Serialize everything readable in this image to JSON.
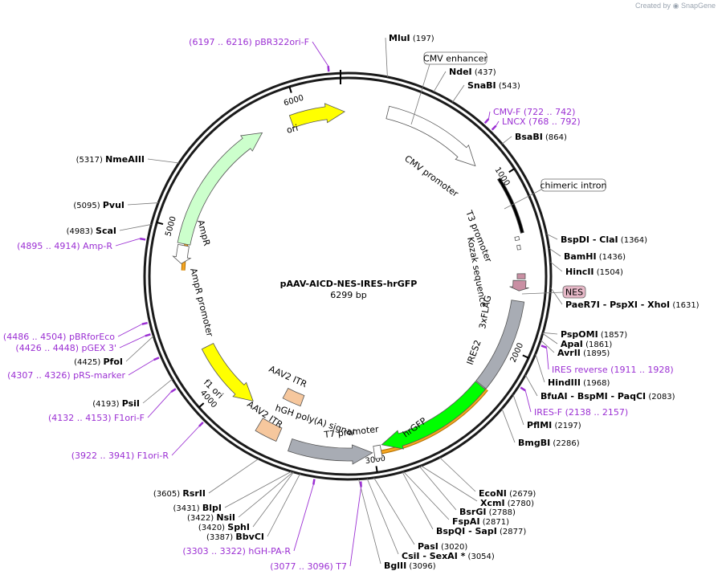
{
  "credit": {
    "prefix": "Created by",
    "brand": "SnapGene"
  },
  "map": {
    "title": "pAAV-AICD-NES-IRES-hrGFP",
    "size_label": "6299 bp",
    "length": 6299
  },
  "ticks": [
    "1000",
    "2000",
    "3000",
    "4000",
    "5000",
    "6000"
  ],
  "features": {
    "ori": "ori",
    "cmv_promoter": "CMV promoter",
    "t3_promoter": "T3 promoter",
    "kozak": "Kozak sequence",
    "threexflag": "3xFLAG",
    "ires2": "IRES2",
    "hrgfp": "hrGFP",
    "t7_promoter": "T7 promoter",
    "hgh_polya": "hGH poly(A) signal",
    "aav2_itr_1": "AAV2 ITR",
    "aav2_itr_2": "AAV2 ITR",
    "f1_ori": "f1 ori",
    "ampr_promoter": "AmpR promoter",
    "ampr": "AmpR"
  },
  "boxed_labels": {
    "cmv_enhancer": "CMV enhancer",
    "chimeric_intron": "chimeric intron",
    "nes": "NES"
  },
  "right_sites": [
    {
      "name": "MluI",
      "pos": "(197)"
    },
    {
      "name": "NdeI",
      "pos": "(437)"
    },
    {
      "name": "SnaBI",
      "pos": "(543)"
    },
    {
      "name": "BsaBI",
      "pos": "(864)"
    },
    {
      "name": "BspDI  -  ClaI",
      "pos": "(1364)"
    },
    {
      "name": "BamHI",
      "pos": "(1436)"
    },
    {
      "name": "HincII",
      "pos": "(1504)"
    },
    {
      "name": "PaeR7I  -  PspXI  -  XhoI",
      "pos": "(1631)"
    },
    {
      "name": "PspOMI",
      "pos": "(1857)"
    },
    {
      "name": "ApaI",
      "pos": "(1861)"
    },
    {
      "name": "AvrII",
      "pos": "(1895)"
    },
    {
      "name": "HindIII",
      "pos": "(1968)"
    },
    {
      "name": "BfuAI  -  BspMI  -  PaqCI",
      "pos": "(2083)"
    },
    {
      "name": "PflMI",
      "pos": "(2197)"
    },
    {
      "name": "BmgBI",
      "pos": "(2286)"
    }
  ],
  "bottom_sites": [
    {
      "name": "EcoNI",
      "pos": "(2679)"
    },
    {
      "name": "XcmI",
      "pos": "(2780)"
    },
    {
      "name": "BsrGI",
      "pos": "(2788)"
    },
    {
      "name": "FspAI",
      "pos": "(2871)"
    },
    {
      "name": "BspQI  -  SapI",
      "pos": "(2877)"
    },
    {
      "name": "PasI",
      "pos": "(3020)"
    },
    {
      "name": "CsiI  -  SexAI *",
      "pos": "(3054)"
    },
    {
      "name": "BglII",
      "pos": "(3096)"
    }
  ],
  "left_sites": [
    {
      "name": "RsrII",
      "pos": "(3605)"
    },
    {
      "name": "BlpI",
      "pos": "(3431)"
    },
    {
      "name": "NsiI",
      "pos": "(3422)"
    },
    {
      "name": "SphI",
      "pos": "(3420)"
    },
    {
      "name": "BbvCI",
      "pos": "(3387)"
    },
    {
      "name": "PsiI",
      "pos": "(4193)"
    },
    {
      "name": "PfoI",
      "pos": "(4425)"
    },
    {
      "name": "ScaI",
      "pos": "(4983)"
    },
    {
      "name": "PvuI",
      "pos": "(5095)"
    },
    {
      "name": "NmeAIII",
      "pos": "(5317)"
    }
  ],
  "primers": [
    {
      "name": "pBR322ori-F",
      "pos": "(6197 .. 6216)"
    },
    {
      "name": "CMV-F",
      "pos": "(722 .. 742)"
    },
    {
      "name": "LNCX",
      "pos": "(768 .. 792)"
    },
    {
      "name": "IRES reverse",
      "pos": "(1911 .. 1928)"
    },
    {
      "name": "IRES-F",
      "pos": "(2138 .. 2157)"
    },
    {
      "name": "T7",
      "pos": "(3077 .. 3096)"
    },
    {
      "name": "hGH-PA-R",
      "pos": "(3303 .. 3322)"
    },
    {
      "name": "F1ori-R",
      "pos": "(3922 .. 3941)"
    },
    {
      "name": "F1ori-F",
      "pos": "(4132 .. 4153)"
    },
    {
      "name": "pRS-marker",
      "pos": "(4307 .. 4326)"
    },
    {
      "name": "pGEX 3'",
      "pos": "(4426 .. 4448)"
    },
    {
      "name": "pBRforEco",
      "pos": "(4486 .. 4504)"
    },
    {
      "name": "Amp-R",
      "pos": "(4895 .. 4914)"
    }
  ],
  "colors": {
    "ori": "#ffff00",
    "ampr": "#ccffcc",
    "hrgfp": "#00ff00",
    "grey_feature": "#a8acb4",
    "itr": "#f6c79d",
    "itr_light": "#fde3c7",
    "primer": "#9b2fd3",
    "orf_line": "#f5a623",
    "nes": "#c98fa3"
  }
}
